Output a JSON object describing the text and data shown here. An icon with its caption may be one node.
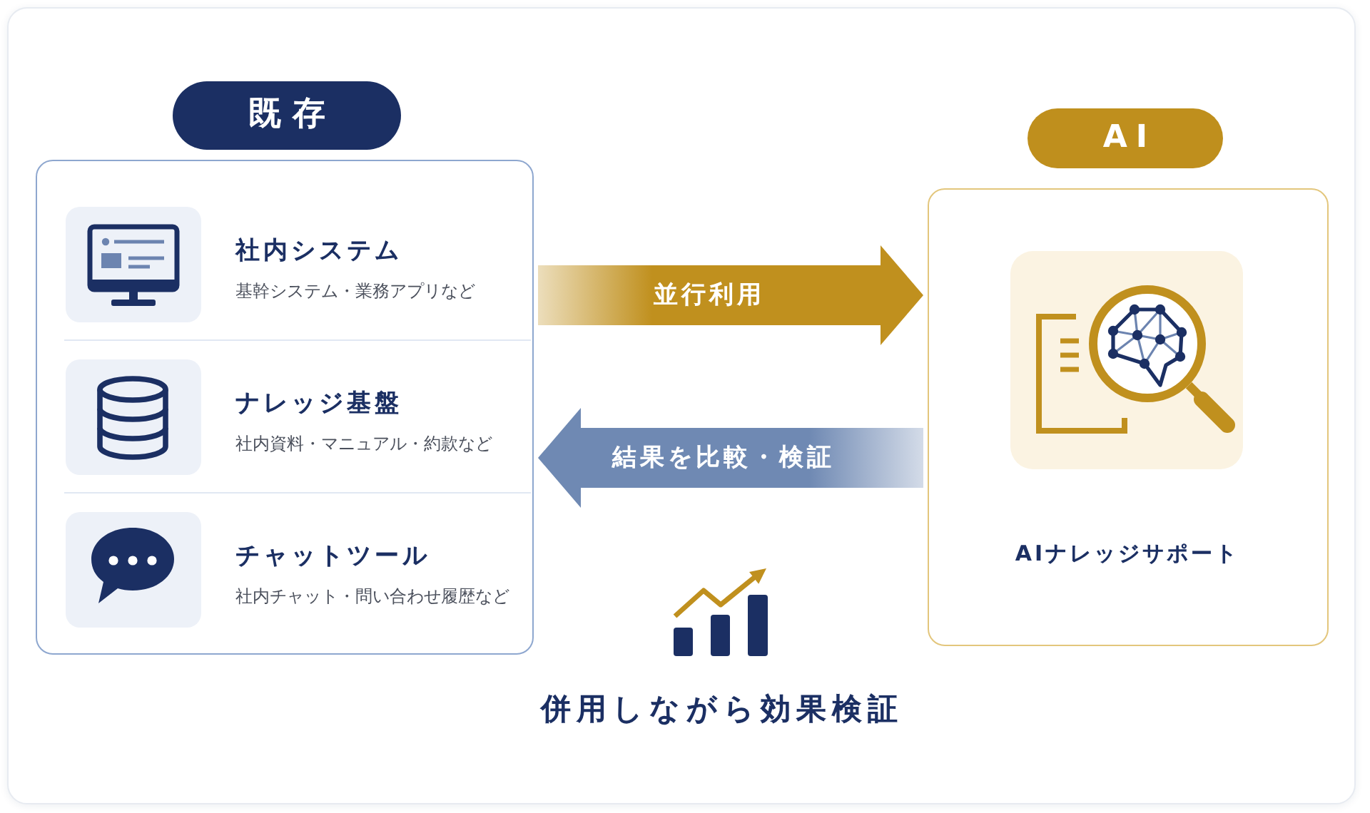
{
  "diagram": {
    "nodes": [
      {
        "text": [
          "既存"
        ]
      },
      {
        "text": [],
        "shape": "box"
      },
      {
        "text": [
          "社内システム",
          "基幹システム・業務アプリなど"
        ],
        "in": 1
      },
      {
        "text": [
          "ナレッジ基盤",
          "社内資料・マニュアル・約款など"
        ],
        "in": 1
      },
      {
        "text": [
          "チャットツール",
          "社内チャット・問い合わせ履歴など"
        ],
        "in": 1
      },
      {
        "text": [
          "AI"
        ]
      },
      {
        "text": [
          "AIナレッジサポート"
        ]
      }
    ],
    "edges": [
      {
        "from": 1,
        "to": 6,
        "arrow": "to",
        "label": "並行利用",
        "style": "thick",
        "color": "#c0901e"
      },
      {
        "from": 6,
        "to": 1,
        "arrow": "to",
        "label": "結果を比較・検証",
        "style": "thick",
        "color": "#6f89b3"
      }
    ],
    "labels": [
      "併用しながら効果検証"
    ]
  }
}
